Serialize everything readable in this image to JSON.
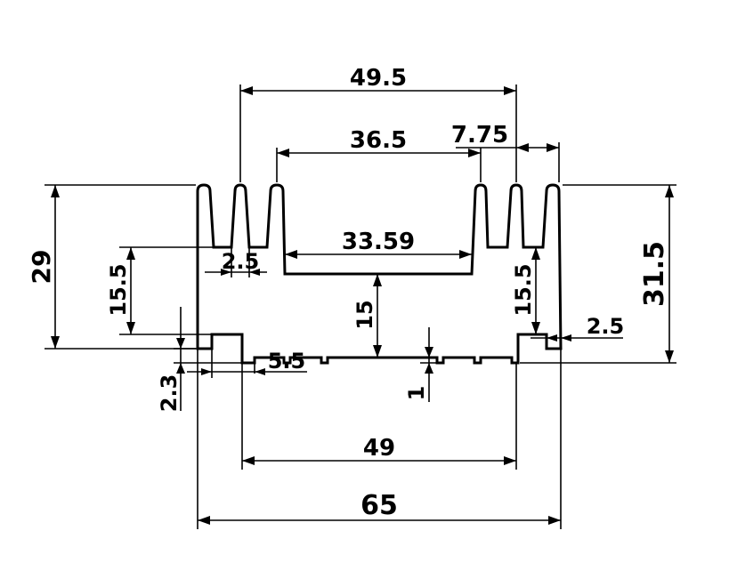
{
  "drawing": {
    "dimensions": {
      "overall_width": "65",
      "inner_width": "49",
      "top_span": "49.5",
      "center_span": "36.5",
      "fin_pitch": "7.75",
      "channel_width": "33.59",
      "fin_gap": "2.5",
      "left_height": "29",
      "right_height": "31.5",
      "left_fin_depth": "15.5",
      "right_fin_depth": "15.5",
      "channel_depth": "15",
      "foot_height": "2.3",
      "groove_width": "5.5",
      "groove_depth": "1",
      "wall_thickness": "2.5"
    }
  }
}
